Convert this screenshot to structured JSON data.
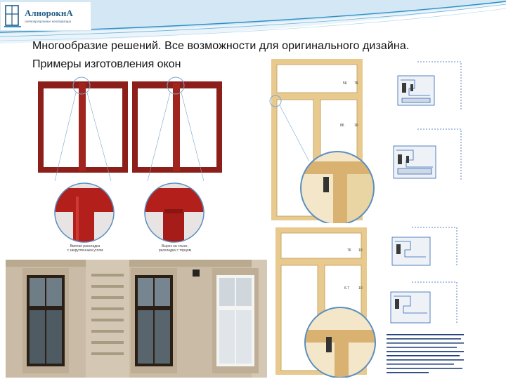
{
  "logo": {
    "name": "АлнорокнА",
    "tagline": "светопрозрачные конструкции"
  },
  "slide": {
    "title": "Многообразие решений. Все возможности для оригинального дизайна.",
    "subtitle": "Примеры изготовления окон"
  },
  "captions": {
    "left_detail": "Вмятая раскладка\nс закругленным углом",
    "right_detail": "Вырез на стыке,\nраскладка с торцом"
  },
  "dimensions": [
    "56",
    "76",
    "86",
    "10",
    "76",
    "10",
    "6.7",
    "10"
  ],
  "colors": {
    "banner_blue": "#2f8fc7",
    "frame_red": "#8c1f1a",
    "pine": "#e8c98e",
    "facade": "#c9bba6",
    "profile_blue": "#2b63b8"
  },
  "icons": [
    "window-glyph-icon"
  ]
}
